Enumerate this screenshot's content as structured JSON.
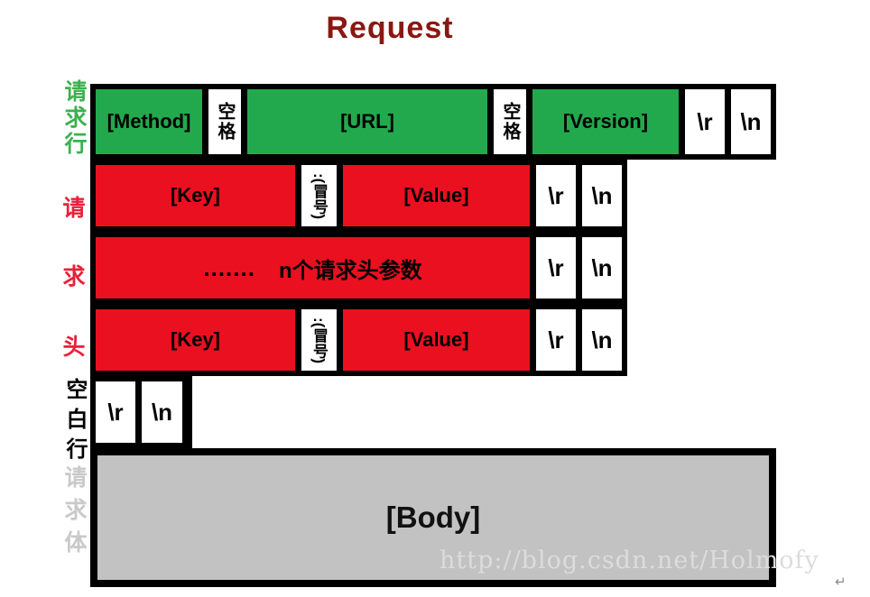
{
  "title": "Request",
  "colors": {
    "title": "#8a1711",
    "green_box": "#23a94d",
    "red_box": "#ea1020",
    "body_gray": "#c2c2c2",
    "side_green": "#3bb14f",
    "side_red": "#e8203a",
    "side_gray": "#c9c9c9"
  },
  "side": {
    "request_line": "请求行",
    "request_header_chars": [
      "请",
      "求",
      "头"
    ],
    "blank_line": "空白行",
    "request_body": "请求体"
  },
  "row_request_line": {
    "method": "[Method]",
    "space1": "空格",
    "url": "[URL]",
    "space2": "空格",
    "version": "[Version]",
    "cr": "\\r",
    "lf": "\\n"
  },
  "row_header_top": {
    "key": "[Key]",
    "colon": ":(冒号)",
    "value": "[Value]",
    "cr": "\\r",
    "lf": "\\n"
  },
  "row_header_more": {
    "dots": ".......",
    "label": "n个请求头参数",
    "cr": "\\r",
    "lf": "\\n"
  },
  "row_header_bottom": {
    "key": "[Key]",
    "colon": ":(冒号)",
    "value": "[Value]",
    "cr": "\\r",
    "lf": "\\n"
  },
  "row_blank": {
    "cr": "\\r",
    "lf": "\\n"
  },
  "body": {
    "label": "[Body]"
  },
  "watermark": "http://blog.csdn.net/Holmofy",
  "return_mark": "↵"
}
